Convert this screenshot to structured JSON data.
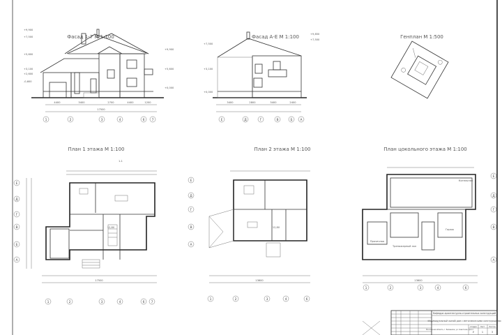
{
  "sheet": {
    "facade_1_7": {
      "title": "Фасад 1-7 М 1:100",
      "total": "17500",
      "dims": [
        "4400",
        "3400",
        "2700",
        "4400",
        "1200"
      ],
      "axes": [
        "1",
        "2",
        "3",
        "4",
        "6",
        "7"
      ],
      "levels": [
        "+9,900",
        "+7,500",
        "+5,600",
        "+3,100",
        "+2,600",
        "+0,000",
        "-0,600"
      ]
    },
    "facade_a_e": {
      "title": "Фасад А-Е М 1:100",
      "dims": [
        "3400",
        "2800",
        "3400",
        "2400"
      ],
      "axes": [
        "Е",
        "Д",
        "Г",
        "В",
        "Б",
        "А"
      ],
      "levels": [
        "+9,850",
        "+7,500",
        "+3,100",
        "+0,000"
      ]
    },
    "genplan": {
      "title": "Генплан М 1:500"
    },
    "plan_1": {
      "title": "План 1 этажа М 1:100",
      "total": "17500",
      "axes_h": [
        "1",
        "2",
        "3",
        "4",
        "6",
        "7"
      ],
      "axes_v": [
        "Е",
        "Д",
        "Г",
        "В",
        "Б",
        "А"
      ],
      "label_stair": "1-1",
      "area": "12,80"
    },
    "plan_2": {
      "title": "План 2 этажа М 1:100",
      "total": "13600",
      "axes_h": [
        "1",
        "2",
        "3",
        "4",
        "6"
      ],
      "axes_v": [
        "Е",
        "Д",
        "Г",
        "В",
        "А"
      ],
      "area": "12,80"
    },
    "plan_basement": {
      "title": "План цокольного этажа М 1:100",
      "total": "13600",
      "axes_h": [
        "1",
        "2",
        "3",
        "4",
        "6"
      ],
      "axes_v": [
        "Е",
        "Д",
        "Г",
        "В",
        "А"
      ],
      "rooms": [
        "Котельная",
        "Прачечная",
        "Тренажерный зал",
        "Гараж"
      ]
    },
    "title_block": {
      "department": "Кафедра архитектурно-строительных конструкций",
      "project": "Индивидуальный жилой дом с металлическими конструкциями",
      "location": "Московская область, г. Балашиха, ул. Советская, дом 2",
      "stage_label": "Стадия",
      "sheet_label": "Лист",
      "sheets_label": "Листов",
      "stage": "У",
      "sheet": "1",
      "sheets": "3"
    }
  }
}
